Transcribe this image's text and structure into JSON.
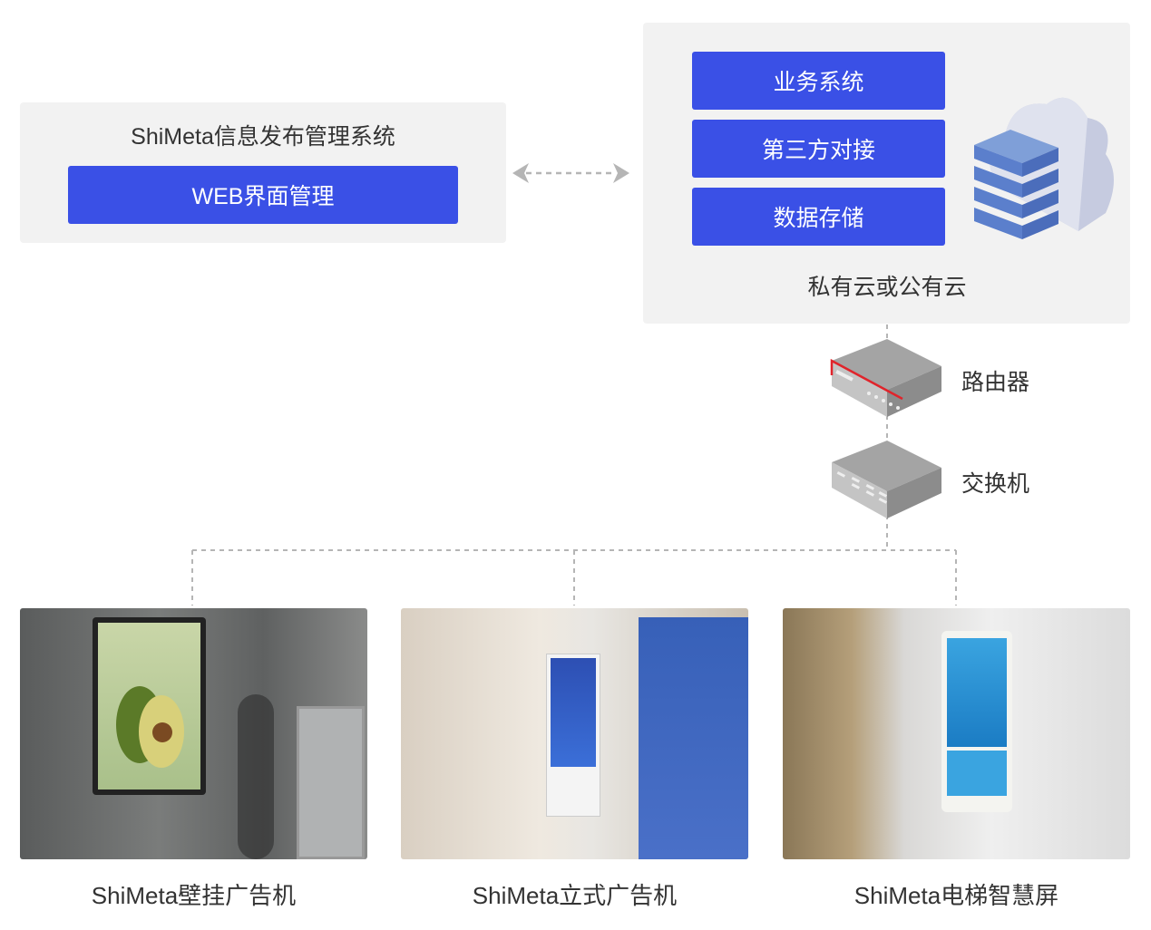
{
  "management": {
    "title": "ShiMeta信息发布管理系统",
    "web_button": "WEB界面管理"
  },
  "cloud": {
    "buttons": [
      "业务系统",
      "第三方对接",
      "数据存储"
    ],
    "label": "私有云或公有云"
  },
  "network": {
    "router_label": "路由器",
    "switch_label": "交换机",
    "router_accent": "#e0242b"
  },
  "devices": [
    {
      "caption": "ShiMeta壁挂广告机"
    },
    {
      "caption": "ShiMeta立式广告机"
    },
    {
      "caption": "ShiMeta电梯智慧屏"
    }
  ],
  "colors": {
    "accent": "#3a50e6",
    "panel": "#f2f2f2",
    "connector": "#b5b5b5"
  }
}
